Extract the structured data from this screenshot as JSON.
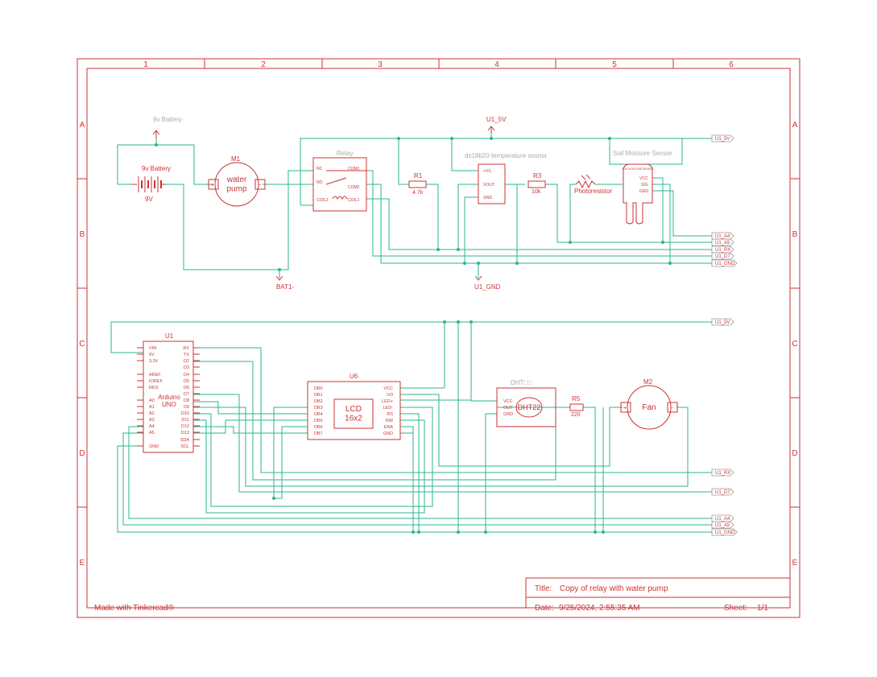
{
  "colors": {
    "frame": "#cc3333",
    "wire": "#2bb592",
    "label": "#aaaaaa"
  },
  "grid": {
    "columns": [
      "1",
      "2",
      "3",
      "4",
      "5",
      "6"
    ],
    "rows": [
      "A",
      "B",
      "C",
      "D",
      "E"
    ]
  },
  "footer": {
    "made_with": "Made with Tinkercad®",
    "title_label": "Title:",
    "title": "Copy of relay with water pump",
    "date_label": "Date:",
    "date": "9/25/2024, 2:55:35 AM",
    "sheet_label": "Sheet:",
    "sheet": "1/1"
  },
  "net_labels": {
    "battery_top": "9v Battery",
    "u1_5v_top": "U1_5V",
    "bat1_minus": "BAT1-",
    "u1_gnd": "U1_GND"
  },
  "battery": {
    "title": "9v Battery",
    "value": "9V"
  },
  "pump": {
    "ref": "M1",
    "text": "water\npump"
  },
  "relay": {
    "title": "Relay",
    "pins": [
      "NC",
      "NO",
      "COIL2",
      "COM1",
      "COM2",
      "COIL1"
    ]
  },
  "r1": {
    "ref": "R1",
    "value": "4.7k"
  },
  "temp_sensor": {
    "title": "ds18b20 temperature sesnor",
    "pins": [
      "+VS",
      "VOUT",
      "GND"
    ]
  },
  "r3": {
    "ref": "R3",
    "value": "10k"
  },
  "photoresistor": {
    "label": "Photoresistor"
  },
  "soil_sensor": {
    "title": "Soil Moisture Sensor",
    "chip": "SOIL MOISTURE SENSOR",
    "pins": [
      "VCC",
      "SIG",
      "GND"
    ]
  },
  "ports_top": [
    "U1_5V",
    "U1_A4",
    "U1_A5",
    "U1_RX",
    "U1_D7",
    "U1_GND"
  ],
  "arduino": {
    "ref": "U1",
    "text": "Arduino\nUNO",
    "left_pins": [
      "VIN",
      "5V",
      "3.3V",
      "AREF",
      "IOREF",
      "RES",
      "A0",
      "A1",
      "A2",
      "A3",
      "A4",
      "A5",
      "GND"
    ],
    "right_pins": [
      "RX",
      "TX",
      "D2",
      "D3",
      "D4",
      "D5",
      "D6",
      "D7",
      "D8",
      "D9",
      "D10",
      "D11",
      "D12",
      "D13",
      "SDA",
      "SCL"
    ]
  },
  "lcd": {
    "ref": "U6",
    "text": "LCD\n16x2",
    "left_pins": [
      "DB0",
      "DB1",
      "DB2",
      "DB3",
      "DB4",
      "DB5",
      "DB6",
      "DB7"
    ],
    "right_pins": [
      "VCC",
      "VO",
      "LED+",
      "LED-",
      "RS",
      "RW",
      "ENA",
      "GND"
    ]
  },
  "dht": {
    "title": "DHT□□",
    "chip": "DHT22",
    "pins": [
      "VCC",
      "OUT",
      "GND"
    ]
  },
  "r5": {
    "ref": "R5",
    "value": "220"
  },
  "fan": {
    "ref": "M2",
    "text": "Fan"
  },
  "ports_bottom": [
    "U1_5V",
    "U1_RX",
    "U1_D7",
    "U1_A4",
    "U1_A5",
    "U1_GND"
  ]
}
